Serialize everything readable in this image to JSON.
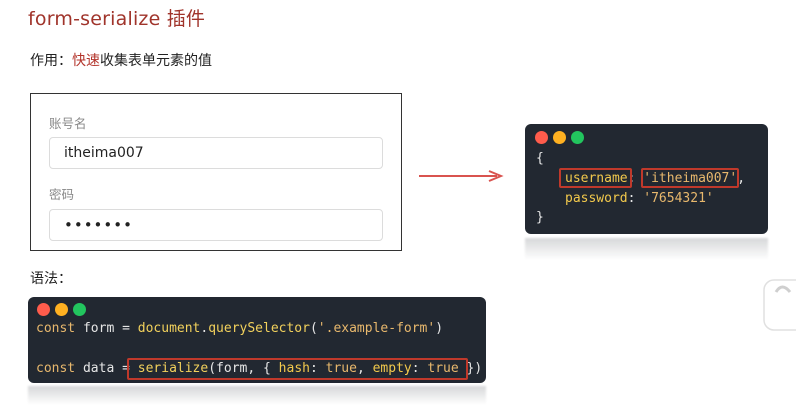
{
  "title": "form-serialize 插件",
  "purpose": {
    "prefix": "作用：",
    "highlight": "快速",
    "rest": "收集表单元素的值"
  },
  "form": {
    "username_label": "账号名",
    "username_value": "itheima007",
    "password_label": "密码",
    "password_value": "•••••••"
  },
  "result_code": {
    "open_brace": "{",
    "line1_key": "username",
    "line1_colon": ":",
    "line1_value": "'itheima007'",
    "line1_comma": ",",
    "line2_key": "password",
    "line2_colon": ":",
    "line2_value": "'7654321'",
    "close_brace": "}"
  },
  "syntax_label": "语法：",
  "syntax_code": {
    "l1_const": "const",
    "l1_var": " form ",
    "l1_eq": "=",
    "l1_obj": " document",
    "l1_dot": ".",
    "l1_fn": "querySelector",
    "l1_open": "(",
    "l1_str": "'.example-form'",
    "l1_close": ")",
    "l2_const": "const",
    "l2_var": " data ",
    "l2_eq": "= ",
    "l2_fn": "serialize",
    "l2_args1": "(form, { ",
    "l2_hash": "hash",
    "l2_colon1": ": ",
    "l2_true1": "true",
    "l2_comma": ", ",
    "l2_empty": "empty",
    "l2_colon2": ": ",
    "l2_true2": "true",
    "l2_end": " })"
  },
  "colors": {
    "title": "#a0342b",
    "highlight": "#b3342b",
    "code_bg": "#222831",
    "highlight_box": "#c0392b"
  }
}
